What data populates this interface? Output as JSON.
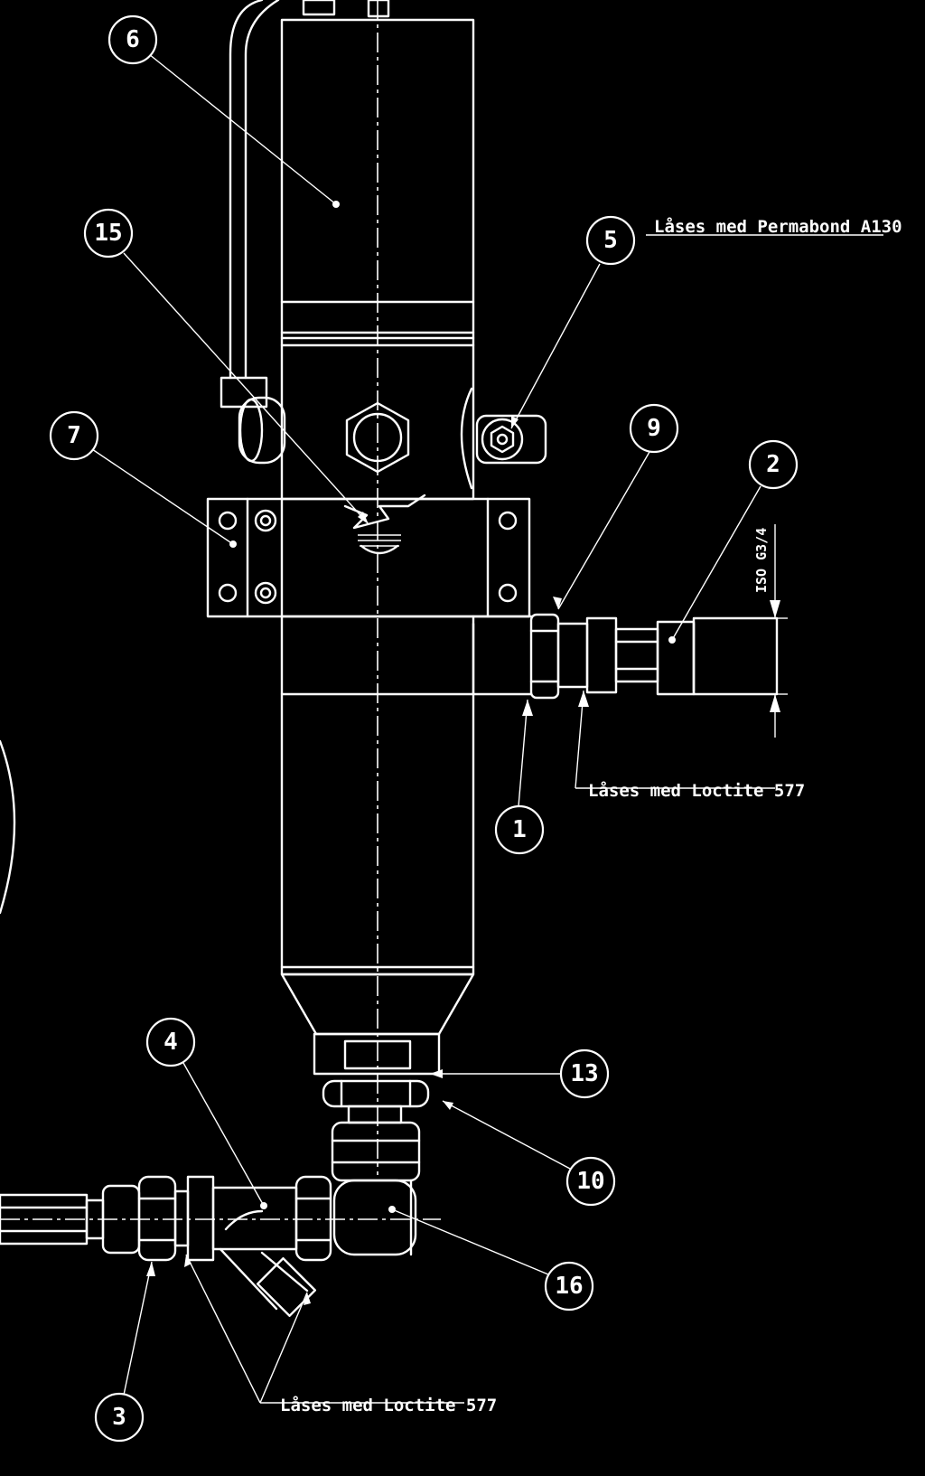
{
  "notes": {
    "permabond": "Låses med Permabond A130",
    "loctite_right": "Låses med Loctite 577",
    "loctite_bottom": "Låses med Loctite 577",
    "thread": "ISO G3/4"
  },
  "balloons": {
    "b1": "1",
    "b2": "2",
    "b3": "3",
    "b4": "4",
    "b5": "5",
    "b6": "6",
    "b7": "7",
    "b9": "9",
    "b10": "10",
    "b13": "13",
    "b15": "15",
    "b16": "16"
  }
}
